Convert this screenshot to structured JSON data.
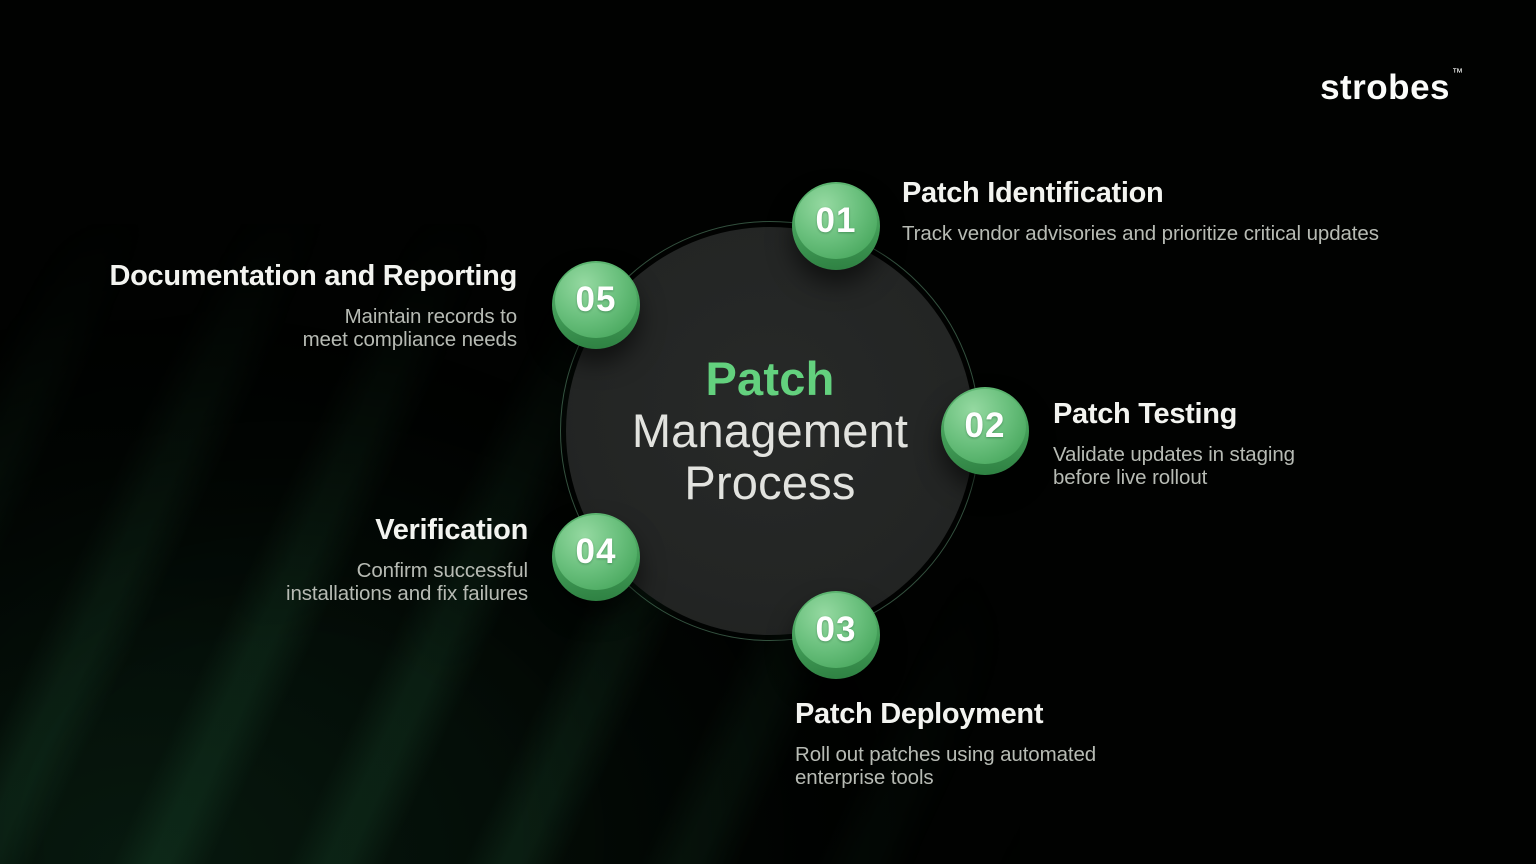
{
  "brand": {
    "logo_text": "strobes",
    "trademark": "™"
  },
  "center": {
    "title_lines": [
      "Patch",
      "Management",
      "Process"
    ]
  },
  "steps": [
    {
      "number": "01",
      "title": "Patch Identification",
      "description": "Track vendor advisories and prioritize critical updates",
      "description_lines": [
        "Track vendor advisories and prioritize critical updates"
      ]
    },
    {
      "number": "02",
      "title": "Patch Testing",
      "description": "Validate updates in staging before live rollout",
      "description_lines": [
        "Validate updates in staging",
        "before live rollout"
      ]
    },
    {
      "number": "03",
      "title": "Patch Deployment",
      "description": "Roll out patches using automated enterprise tools",
      "description_lines": [
        "Roll out patches using automated",
        "enterprise tools"
      ]
    },
    {
      "number": "04",
      "title": "Verification",
      "description": "Confirm successful installations and fix failures",
      "description_lines": [
        "Confirm successful",
        "installations and fix failures"
      ]
    },
    {
      "number": "05",
      "title": "Documentation and Reporting",
      "description": "Maintain records to meet compliance needs",
      "description_lines": [
        "Maintain records to",
        "meet compliance needs"
      ]
    }
  ],
  "colors": {
    "background": "#010201",
    "accent_green": "#63d17e",
    "badge_green_light": "#95d9a1",
    "badge_green_dark": "#2d7f41",
    "circle_fill": "#232524",
    "ring": "#7abc94",
    "title_text": "#f3f4f0",
    "subtitle_text": "#b7bbb4"
  }
}
